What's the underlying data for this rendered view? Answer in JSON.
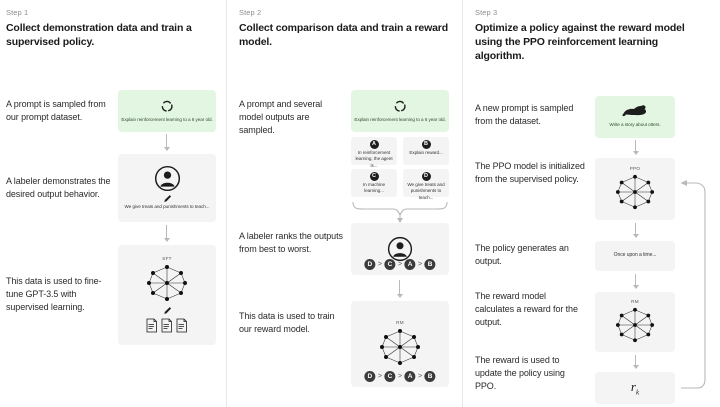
{
  "columns": [
    {
      "step_label": "Step 1",
      "title": "Collect demonstration data and train a supervised policy.",
      "texts": [
        "A prompt is sampled from our prompt dataset.",
        "A labeler demonstrates the desired output behavior.",
        "This data is used to fine-tune GPT-3.5 with supervised learning."
      ],
      "nodes": {
        "prompt_caption": "Explain reinforcement learning to a 6 year old.",
        "prompt_icon": "recycle-icon",
        "labeler_icon": "person-icon",
        "labeler_pencil_icon": "pencil-icon",
        "labeler_caption": "We give treats and punishments to teach...",
        "model_tag": "SFT",
        "model_icon": "neural-network-icon",
        "model_pencil_icon": "pencil-icon",
        "docs_icon": "documents-icon"
      }
    },
    {
      "step_label": "Step 2",
      "title": "Collect comparison data and train a reward model.",
      "texts": [
        "A prompt and several model outputs are sampled.",
        "A labeler ranks the outputs from best to worst.",
        "This data is used to train our reward model."
      ],
      "nodes": {
        "prompt_caption": "Explain reinforcement learning to a 6 year old.",
        "prompt_icon": "recycle-icon",
        "options": [
          {
            "badge": "A",
            "caption": "In reinforcement learning, the agent is..."
          },
          {
            "badge": "B",
            "caption": "Explain reward..."
          },
          {
            "badge": "C",
            "caption": "In machine learning..."
          },
          {
            "badge": "D",
            "caption": "We give treats and punishments to teach..."
          }
        ],
        "labeler_icon": "person-icon",
        "ranking": [
          "D",
          "C",
          "A",
          "B"
        ],
        "ranking_separator": ">",
        "model_tag": "RM",
        "model_icon": "neural-network-icon",
        "ranking_bottom": [
          "D",
          "C",
          "A",
          "B"
        ]
      }
    },
    {
      "step_label": "Step 3",
      "title": "Optimize a policy against the reward model using the PPO reinforcement learning algorithm.",
      "texts": [
        "A new prompt is sampled from the dataset.",
        "The PPO model is initialized from the supervised policy.",
        "The policy generates an output.",
        "The reward model calculates a reward for the output.",
        "The reward is used to update the policy using PPO."
      ],
      "nodes": {
        "prompt_caption": "Write a story about otters.",
        "prompt_icon": "otter-icon",
        "ppo_tag": "PPO",
        "ppo_icon": "neural-network-icon",
        "output_caption": "Once upon a time...",
        "rm_tag": "RM",
        "rm_icon": "neural-network-icon",
        "reward_symbol": "r",
        "reward_subscript": "k",
        "feedback_loop_icon": "feedback-arrow-icon"
      }
    }
  ],
  "colors": {
    "prompt_green": "#e3f6e1",
    "node_gray": "#f4f4f4",
    "arrow_gray": "#b9b9b9",
    "text_dark": "#2b2b2b",
    "step_label_gray": "#8e8e8e"
  }
}
